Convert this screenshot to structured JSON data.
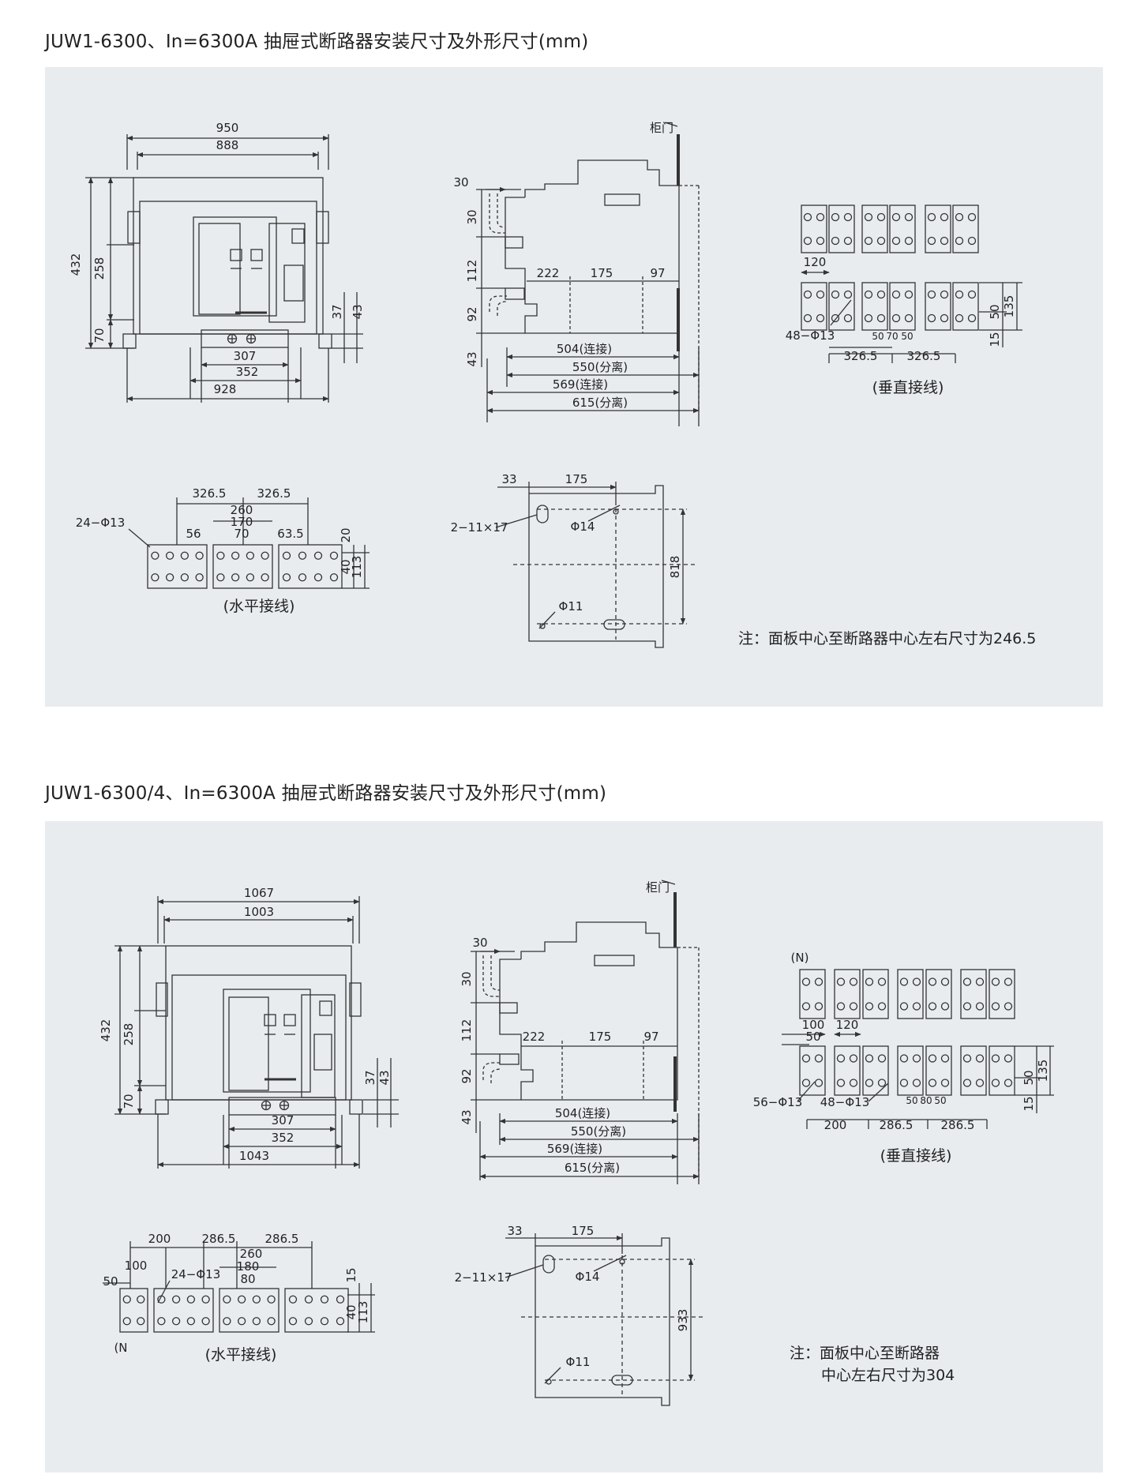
{
  "section1": {
    "title": "JUW1-6300、In=6300A 抽屉式断路器安装尺寸及外形尺寸(mm)",
    "front": {
      "d950": "950",
      "d888": "888",
      "d432": "432",
      "d258": "258",
      "d70": "70",
      "d37": "37",
      "d43": "43",
      "d307": "307",
      "d352": "352",
      "d928": "928"
    },
    "side": {
      "door": "柜门",
      "d30a": "30",
      "d30b": "30",
      "d112": "112",
      "d92": "92",
      "d43": "43",
      "d222": "222",
      "d175": "175",
      "d97": "97",
      "d504": "504(连接)",
      "d550": "550(分离)",
      "d569": "569(连接)",
      "d615": "615(分离)"
    },
    "vertical": {
      "d120": "120",
      "holes": "48−Φ13",
      "d50a": "50",
      "d70": "70",
      "d50b": "50",
      "d326a": "326.5",
      "d326b": "326.5",
      "d50v": "50",
      "d135": "135",
      "d15": "15",
      "caption": "(垂直接线)"
    },
    "horizontal": {
      "holes": "24−Φ13",
      "d326a": "326.5",
      "d326b": "326.5",
      "d260": "260",
      "d170": "170",
      "d70": "70",
      "d56": "56",
      "d63": "63.5",
      "d20": "20",
      "d40": "40",
      "d113": "113",
      "caption": "(水平接线)"
    },
    "panel": {
      "d33": "33",
      "d175": "175",
      "slot": "2−11×17",
      "phi14": "Φ14",
      "phi11": "Φ11",
      "d818": "818"
    },
    "note": "注：面板中心至断路器中心左右尺寸为246.5"
  },
  "section2": {
    "title": "JUW1-6300/4、In=6300A 抽屉式断路器安装尺寸及外形尺寸(mm)",
    "front": {
      "d1067": "1067",
      "d1003": "1003",
      "d432": "432",
      "d258": "258",
      "d70": "70",
      "d37": "37",
      "d43": "43",
      "d307": "307",
      "d352": "352",
      "d1043": "1043"
    },
    "side": {
      "door": "柜门",
      "d30a": "30",
      "d30b": "30",
      "d112": "112",
      "d92": "92",
      "d43": "43",
      "d222": "222",
      "d175": "175",
      "d97": "97",
      "d504": "504(连接)",
      "d550": "550(分离)",
      "d569": "569(连接)",
      "d615": "615(分离)"
    },
    "vertical": {
      "n": "(N)",
      "d100": "100",
      "d120": "120",
      "d50": "50",
      "holes56": "56−Φ13",
      "holes48": "48−Φ13",
      "d50a": "50",
      "d80": "80",
      "d50b": "50",
      "d200": "200",
      "d286a": "286.5",
      "d286b": "286.5",
      "d50v": "50",
      "d135": "135",
      "d15": "15",
      "caption": "(垂直接线)"
    },
    "horizontal": {
      "d200": "200",
      "d286a": "286.5",
      "d286b": "286.5",
      "d100": "100",
      "d50": "50",
      "holes": "24−Φ13",
      "d260": "260",
      "d180": "180",
      "d80": "80",
      "d15": "15",
      "d40": "40",
      "d113": "113",
      "n": "(N",
      "caption": "(水平接线)"
    },
    "panel": {
      "d33": "33",
      "d175": "175",
      "slot": "2−11×17",
      "phi14": "Φ14",
      "phi11": "Φ11",
      "d933": "933"
    },
    "note_line1": "注：面板中心至断路器",
    "note_line2": "中心左右尺寸为304"
  }
}
